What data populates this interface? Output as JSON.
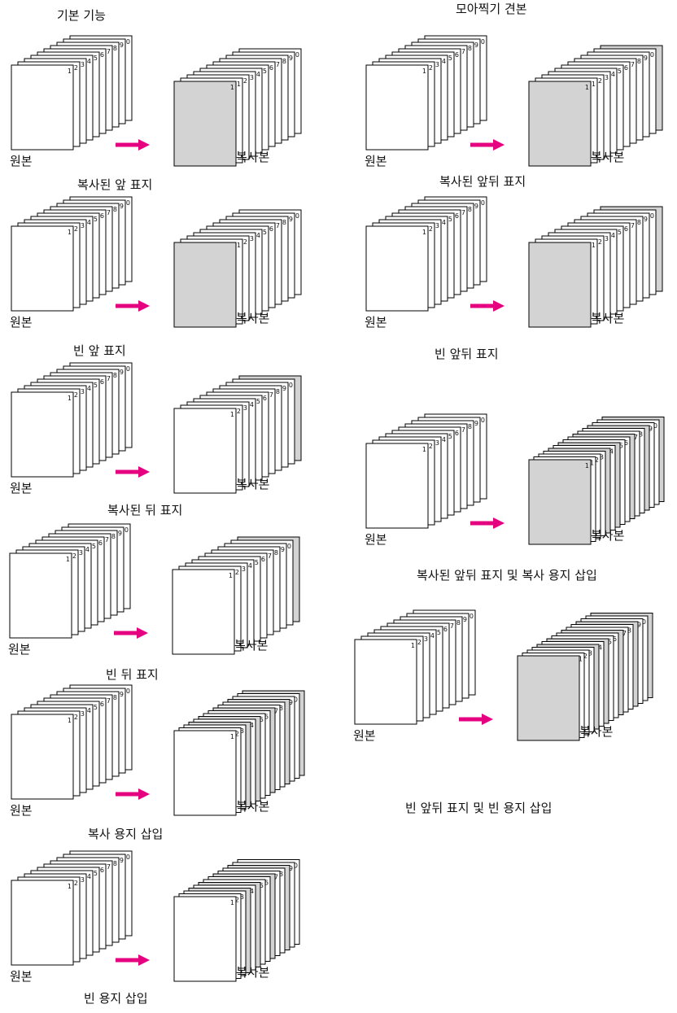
{
  "headers": {
    "left": "기본 기능",
    "right": "모아찍기 견본"
  },
  "labels": {
    "original": "원본",
    "copy": "복사본"
  },
  "page_numbers": [
    "1",
    "2",
    "3",
    "4",
    "5",
    "6",
    "7",
    "8",
    "9",
    "10"
  ],
  "colors": {
    "arrow": "#e5007f",
    "shade": "#d3d3d3",
    "page": "#ffffff",
    "outline": "#000000"
  },
  "diagrams": [
    {
      "caption": "복사된 앞 표지"
    },
    {
      "caption": "빈 앞 표지"
    },
    {
      "caption": "복사된 뒤 표지"
    },
    {
      "caption": "빈 뒤 표지"
    },
    {
      "caption": "복사 용지 삽입"
    },
    {
      "caption": "빈 용지 삽입"
    },
    {
      "caption": "복사된 앞뒤 표지"
    },
    {
      "caption": "빈 앞뒤 표지"
    },
    {
      "caption": "복사된 앞뒤 표지 및 복사 용지 삽입"
    },
    {
      "caption": "빈 앞뒤 표지 및 빈 용지 삽입"
    }
  ]
}
